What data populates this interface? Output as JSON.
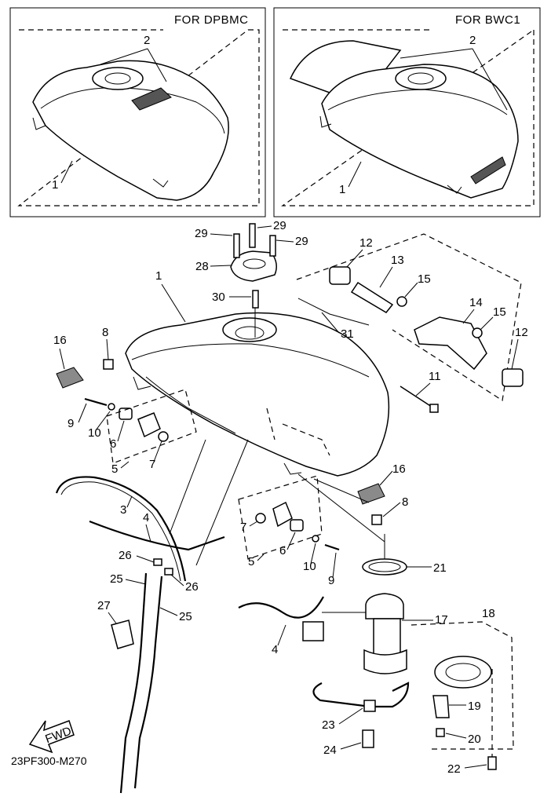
{
  "panels": {
    "left_title": "FOR DPBMC",
    "right_title": "FOR BWC1"
  },
  "callouts": {
    "p_left_2": "2",
    "p_left_1": "1",
    "p_right_2": "2",
    "p_right_1": "1",
    "c29a": "29",
    "c29b": "29",
    "c29c": "29",
    "c28": "28",
    "c30": "30",
    "c1": "1",
    "c12a": "12",
    "c13": "13",
    "c15a": "15",
    "c14": "14",
    "c15b": "15",
    "c12b": "12",
    "c31": "31",
    "c11": "11",
    "c16a": "16",
    "c8a": "8",
    "c9a": "9",
    "c10a": "10",
    "c6a": "6",
    "c7a": "7",
    "c5a": "5",
    "c16b": "16",
    "c8b": "8",
    "c7b": "7",
    "c6b": "6",
    "c5b": "5",
    "c10b": "10",
    "c9b": "9",
    "c3": "3",
    "c4a": "4",
    "c26a": "26",
    "c26b": "26",
    "c25a": "25",
    "c25b": "25",
    "c27": "27",
    "c21": "21",
    "c17": "17",
    "c18": "18",
    "c4b": "4",
    "c19": "19",
    "c20": "20",
    "c23": "23",
    "c24": "24",
    "c22": "22"
  },
  "fwd_label": "FWD",
  "diagram_code": "23PF300-M270"
}
